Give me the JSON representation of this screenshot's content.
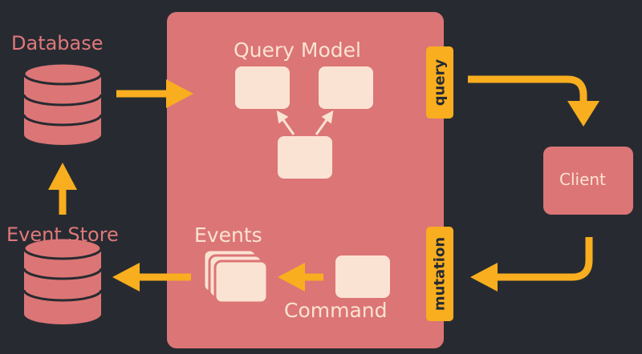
{
  "labels": {
    "database": "Database",
    "event_store": "Event Store",
    "query_model": "Query Model",
    "events": "Events",
    "command": "Command",
    "query": "query",
    "mutation": "mutation",
    "client": "Client"
  },
  "colors": {
    "background": "#272b31",
    "panel": "#dc7576",
    "node_fill": "#fae3d2",
    "arrow": "#f8ae1f",
    "database_fill": "#dc7576"
  },
  "diagram": {
    "edges": [
      {
        "from": "database",
        "to": "query-model"
      },
      {
        "from": "event-store",
        "to": "database"
      },
      {
        "from": "query-model-source-node",
        "to": "query-model-node-left"
      },
      {
        "from": "query-model-source-node",
        "to": "query-model-node-right"
      },
      {
        "from": "query-tag",
        "to": "client"
      },
      {
        "from": "client",
        "to": "mutation-tag"
      },
      {
        "from": "command-node",
        "to": "events-stack"
      },
      {
        "from": "events-stack",
        "to": "event-store"
      }
    ]
  }
}
